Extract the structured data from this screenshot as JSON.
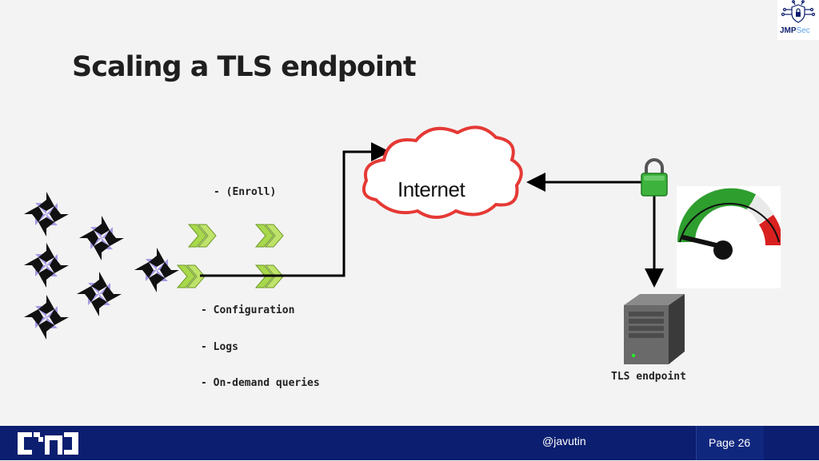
{
  "slide": {
    "title": "Scaling a TLS endpoint",
    "internet_label": "Internet",
    "bullets": {
      "enroll": "- (Enroll)",
      "configuration": "- Configuration",
      "logs": "- Logs",
      "queries": "- On-demand queries"
    },
    "endpoint_label": "TLS endpoint"
  },
  "brand": {
    "jmpsec_main": "JMP",
    "jmpsec_accent": "Sec"
  },
  "footer": {
    "handle": "@javutin",
    "page": "Page 26"
  },
  "colors": {
    "footer_bg": "#0b1e6f",
    "cloud_stroke": "#e53935",
    "lock_green": "#3db33d",
    "pinwheel_purple": "#a79be6",
    "chevron_green": "#a8d84c"
  }
}
